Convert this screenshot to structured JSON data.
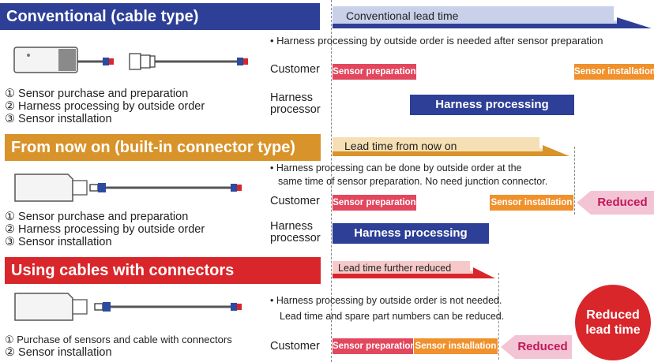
{
  "colors": {
    "header_blue": "#2d3f96",
    "header_orange": "#d8932a",
    "header_red": "#d9262b",
    "sensor_prep": "#e3475e",
    "sensor_install": "#f0912c",
    "reduced_bg": "#f3c4d4",
    "reduced_text": "#c2185b",
    "badge_red": "#d9262b"
  },
  "sections": {
    "conventional": {
      "title": "Conventional (cable type)",
      "lead_label": "Conventional lead time",
      "note": "Harness processing by outside order is needed after sensor preparation",
      "steps": [
        "① Sensor purchase and preparation",
        "② Harness processing by outside order",
        "③ Sensor installation"
      ],
      "customer_label": "Customer",
      "harness_label_1": "Harness",
      "harness_label_2": "processor",
      "sensor_prep": "Sensor preparation",
      "sensor_install": "Sensor installation",
      "harness_processing": "Harness processing"
    },
    "from_now": {
      "title": "From now on (built-in connector type)",
      "lead_label": "Lead time from now on",
      "note_line1": "Harness processing can be done by outside order at the",
      "note_line2": "same time of sensor preparation. No need junction connector.",
      "steps": [
        "① Sensor purchase and preparation",
        "② Harness processing by outside order",
        "③ Sensor installation"
      ],
      "customer_label": "Customer",
      "harness_label_1": "Harness",
      "harness_label_2": "processor",
      "sensor_prep": "Sensor preparation",
      "sensor_install": "Sensor installation",
      "harness_processing": "Harness processing",
      "reduced": "Reduced"
    },
    "using_cables": {
      "title": "Using cables with connectors",
      "lead_label": "Lead time further reduced",
      "note_line1": "Harness processing by outside order is not needed.",
      "note_line2": "Lead time and spare part numbers can be reduced.",
      "steps": [
        "① Purchase of sensors and cable with connectors",
        "② Sensor installation"
      ],
      "customer_label": "Customer",
      "sensor_prep": "Sensor preparation",
      "sensor_install": "Sensor installation",
      "reduced": "Reduced",
      "badge_line1": "Reduced",
      "badge_line2": "lead time"
    }
  }
}
